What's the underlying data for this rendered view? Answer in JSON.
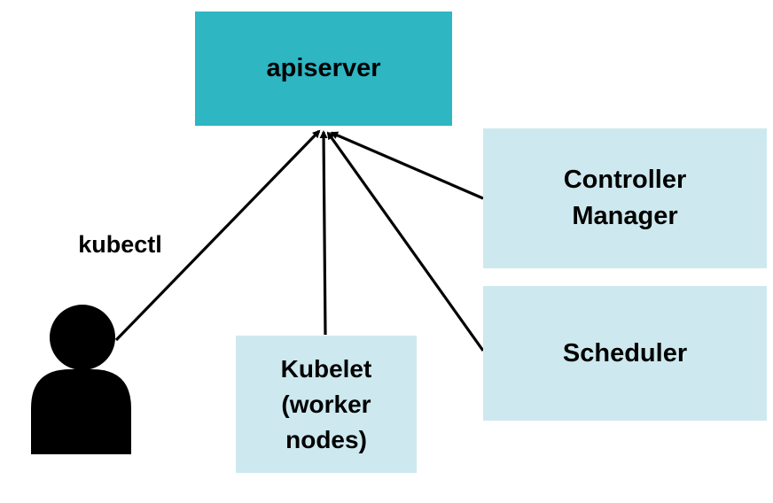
{
  "title": "kubectl and control-plane components connecting to the apiserver",
  "colors": {
    "background": "#ffffff",
    "teal": "#2EB6C3",
    "light_blue": "#CDE9EF",
    "line": "#000000",
    "text": "#000000"
  },
  "nodes": {
    "apiserver": {
      "label": "apiserver"
    },
    "controller_manager": {
      "label": "Controller\nManager"
    },
    "scheduler": {
      "label": "Scheduler"
    },
    "kubelet": {
      "label": "Kubelet\n(worker\nnodes)"
    },
    "kubectl": {
      "label": "kubectl"
    }
  },
  "icons": {
    "user": "person-silhouette-icon"
  },
  "edges": [
    {
      "from": "kubectl-user",
      "to": "apiserver",
      "arrowhead": "end"
    },
    {
      "from": "kubelet",
      "to": "apiserver",
      "arrowhead": "end"
    },
    {
      "from": "scheduler",
      "to": "apiserver",
      "arrowhead": "end"
    },
    {
      "from": "controller-manager",
      "to": "apiserver",
      "arrowhead": "end"
    }
  ]
}
